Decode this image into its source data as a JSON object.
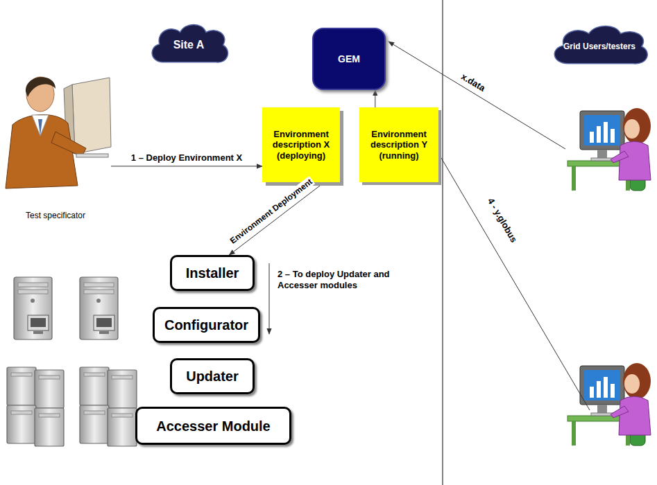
{
  "diagram": {
    "nodes": [
      {
        "text": [
          "Site A"
        ]
      },
      {
        "text": [
          "GEM"
        ]
      },
      {
        "text": [
          "Environment description X (deploying)"
        ]
      },
      {
        "text": [
          "Environment description Y (running)"
        ]
      },
      {
        "text": [
          "Grid Users/testers"
        ]
      },
      {
        "text": [
          "Test specificator"
        ]
      },
      {
        "text": [
          "Installer"
        ]
      },
      {
        "text": [
          "Configurator"
        ]
      },
      {
        "text": [
          "Updater"
        ]
      },
      {
        "text": [
          "Accesser Module"
        ]
      }
    ],
    "edges": [
      {
        "from": 5,
        "to": 2,
        "label": "1 – Deploy Environment X",
        "arrow": "to"
      },
      {
        "from": 3,
        "to": 1,
        "arrow": "to"
      },
      {
        "from": 2,
        "to": 6,
        "label": "Environment Deployment",
        "arrow": "to"
      }
    ],
    "labels": [
      "x.data",
      "4 - y.globus",
      "2 – To deploy Updater and Accesser modules"
    ]
  }
}
